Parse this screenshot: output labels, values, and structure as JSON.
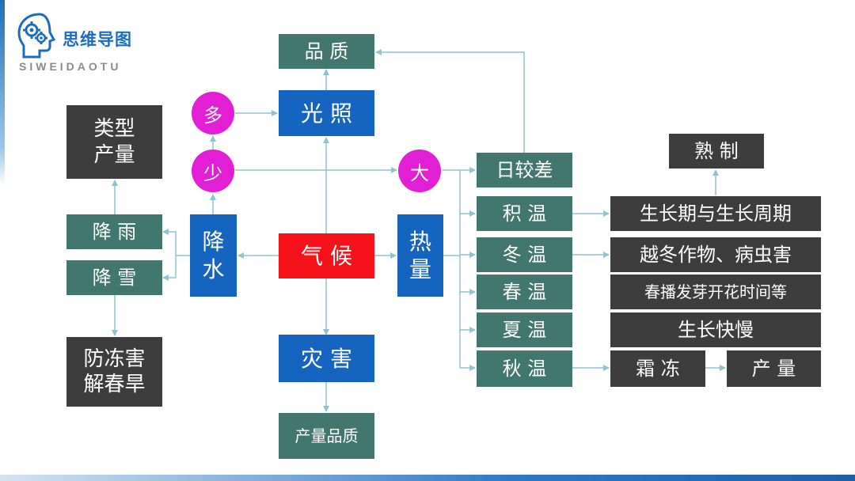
{
  "logo": {
    "title": "思维导图",
    "subtitle": "SIWEIDAOTU"
  },
  "nodes": {
    "quality": "品 质",
    "light": "光 照",
    "more": "多",
    "less": "少",
    "big": "大",
    "type_yield": "类型\n产量",
    "rain": "降 雨",
    "snow": "降 雪",
    "precip": "降\n水",
    "climate": "气 候",
    "heat": "热\n量",
    "frost_protect": "防冻害\n解春旱",
    "disaster": "灾 害",
    "yield_quality": "产量品质",
    "diurnal": "日较差",
    "accum_temp": "积 温",
    "winter_temp": "冬 温",
    "spring_temp": "春 温",
    "summer_temp": "夏 温",
    "autumn_temp": "秋 温",
    "ripening": "熟 制",
    "growth_period": "生长期与生长周期",
    "winter_crops": "越冬作物、病虫害",
    "spring_sowing": "春播发芽开花时间等",
    "growth_speed": "生长快慢",
    "frost": "霜 冻",
    "yield": "产 量"
  },
  "colors": {
    "teal": "#41776e",
    "dark": "#3d3d3d",
    "blue": "#1565c0",
    "red": "#f5121a",
    "magenta": "#e31fd5",
    "connector": "#8fc3cf"
  }
}
